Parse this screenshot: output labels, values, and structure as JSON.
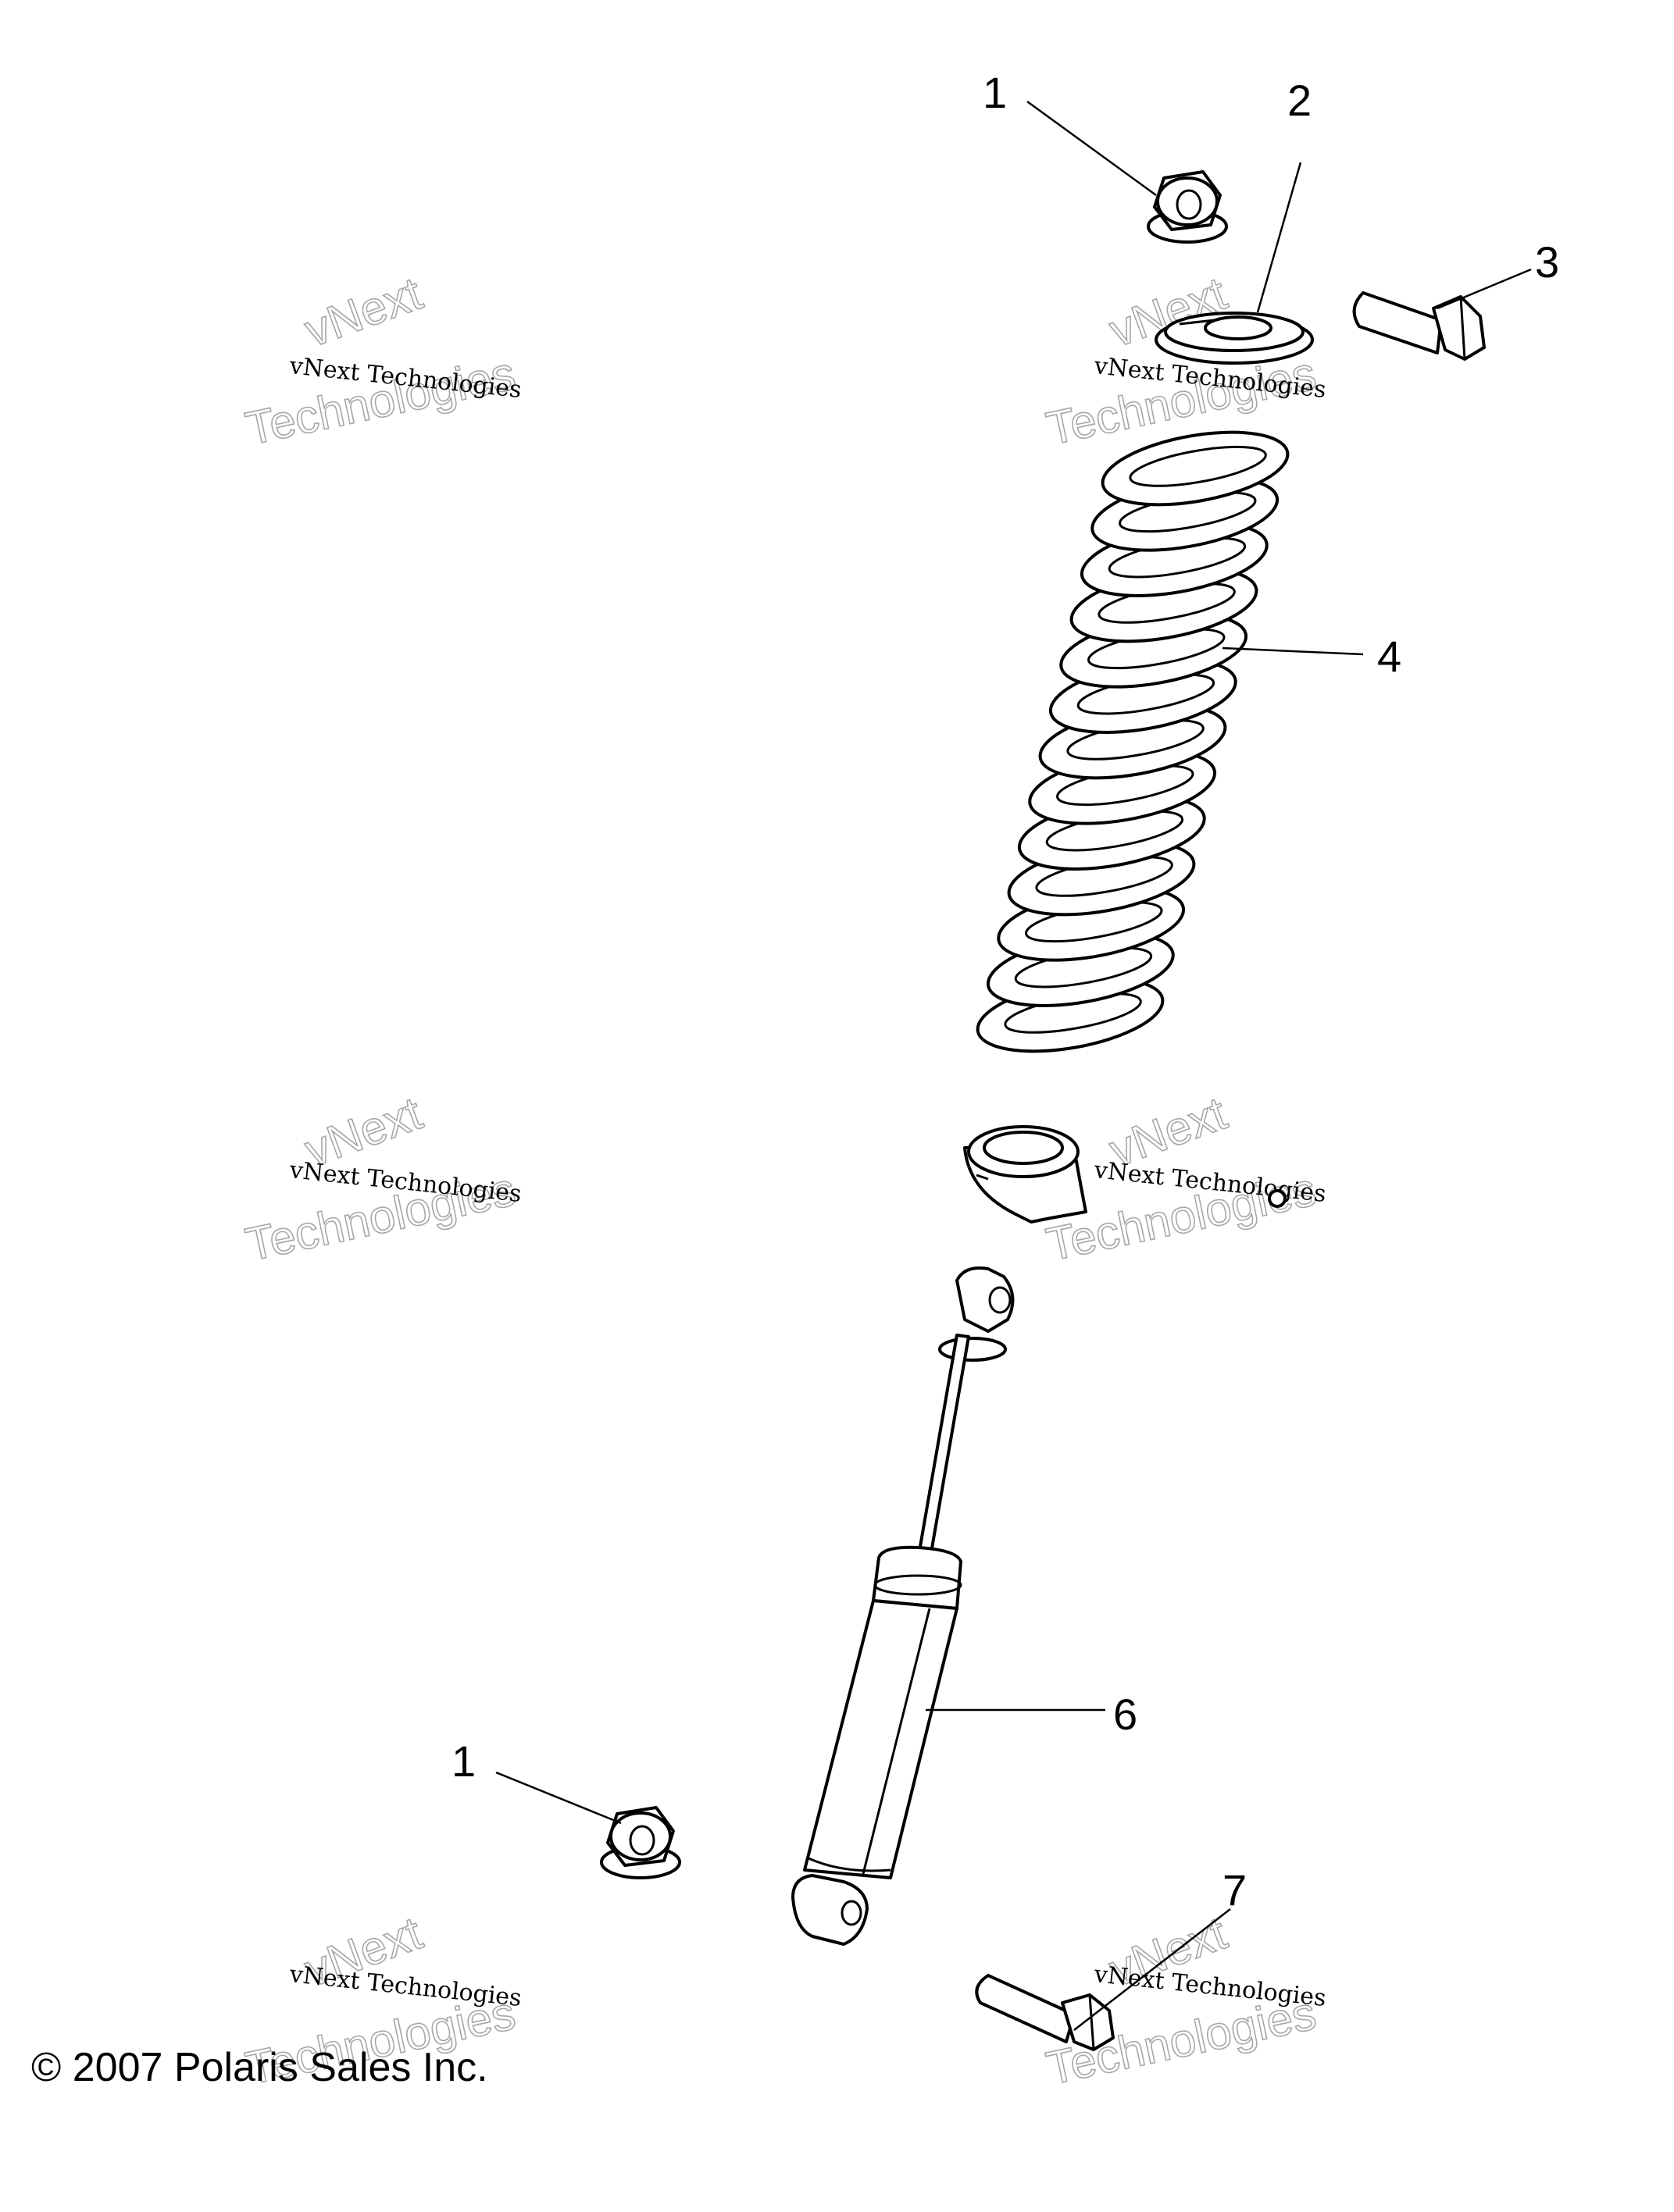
{
  "callouts": {
    "c1_top": "1",
    "c2": "2",
    "c3": "3",
    "c4": "4",
    "c6": "6",
    "c1_bottom": "1",
    "c7": "7"
  },
  "watermark": {
    "line_small": "vNext Technologies",
    "line_big_1": "vNext",
    "line_big_2": "Technologies"
  },
  "copyright": "© 2007 Polaris Sales Inc."
}
